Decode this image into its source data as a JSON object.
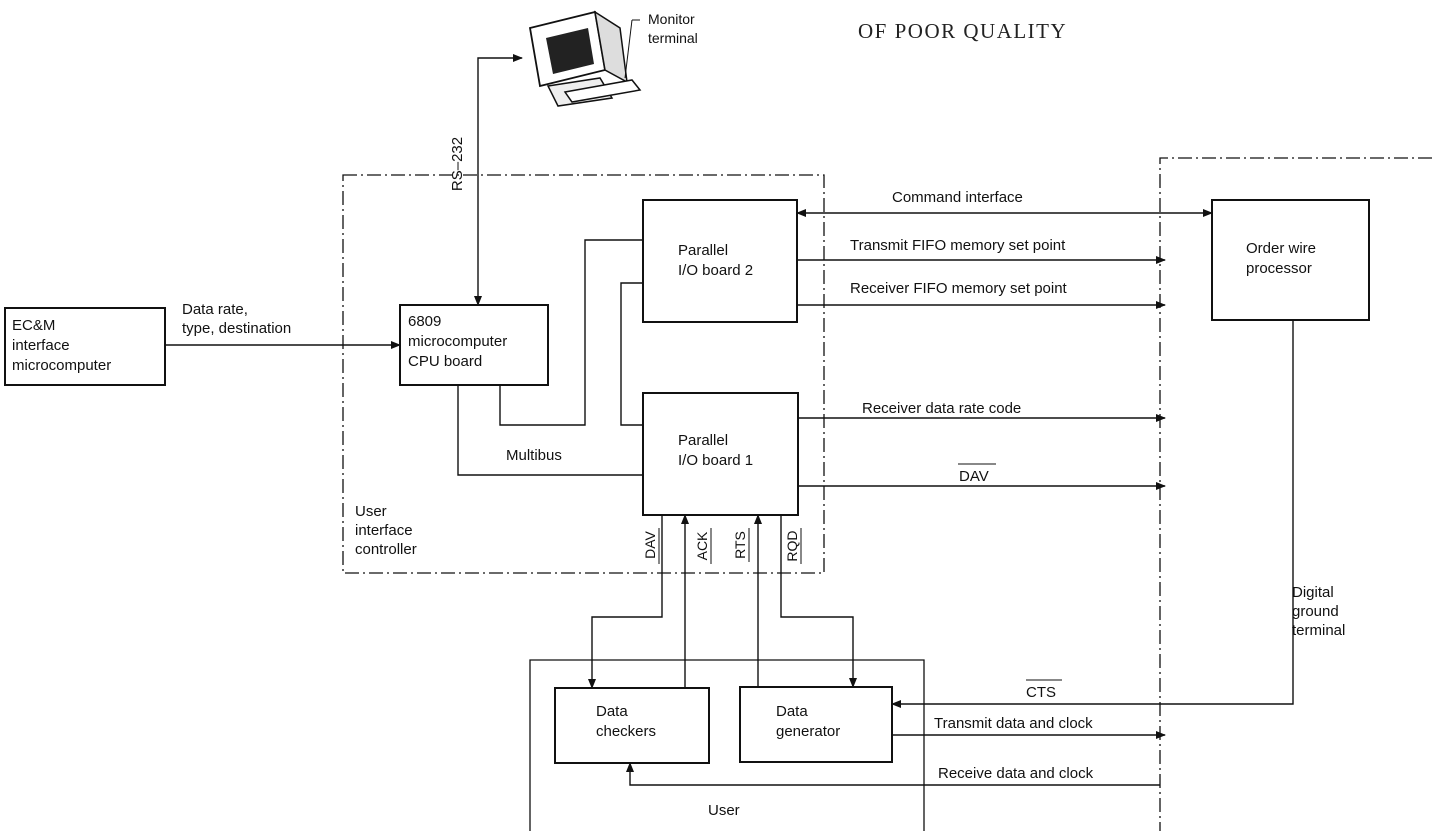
{
  "stamp": "OF POOR QUALITY",
  "monitor": {
    "label_line1": "Monitor",
    "label_line2": "terminal"
  },
  "link_rs232": "RS–232",
  "ecm_box": {
    "line1": "EC&M",
    "line2": "interface",
    "line3": "microcomputer"
  },
  "ecm_link": {
    "line1": "Data rate,",
    "line2": "type, destination"
  },
  "cpu_box": {
    "line1": "6809",
    "line2": "microcomputer",
    "line3": "CPU board"
  },
  "pio2_box": {
    "line1": "Parallel",
    "line2": "I/O board 2"
  },
  "pio1_box": {
    "line1": "Parallel",
    "line2": "I/O board 1"
  },
  "multibus": "Multibus",
  "uic": {
    "line1": "User",
    "line2": "interface",
    "line3": "controller"
  },
  "command_interface": "Command interface",
  "transmit_fifo": "Transmit FIFO memory set point",
  "receiver_fifo": "Receiver FIFO memory set point",
  "receiver_rate": "Receiver data rate code",
  "dav_right": "DAV",
  "vsig": {
    "dav": "DAV",
    "ack": "ACK",
    "rts": "RTS",
    "rqd": "RQD"
  },
  "owp_box": {
    "line1": "Order wire",
    "line2": "processor"
  },
  "dgt": {
    "line1": "Digital",
    "line2": "ground",
    "line3": "terminal"
  },
  "cts": "CTS",
  "checkers_box": {
    "line1": "Data",
    "line2": "checkers"
  },
  "generator_box": {
    "line1": "Data",
    "line2": "generator"
  },
  "transmit_data": "Transmit data and clock",
  "receive_data": "Receive data and clock",
  "user": "User"
}
